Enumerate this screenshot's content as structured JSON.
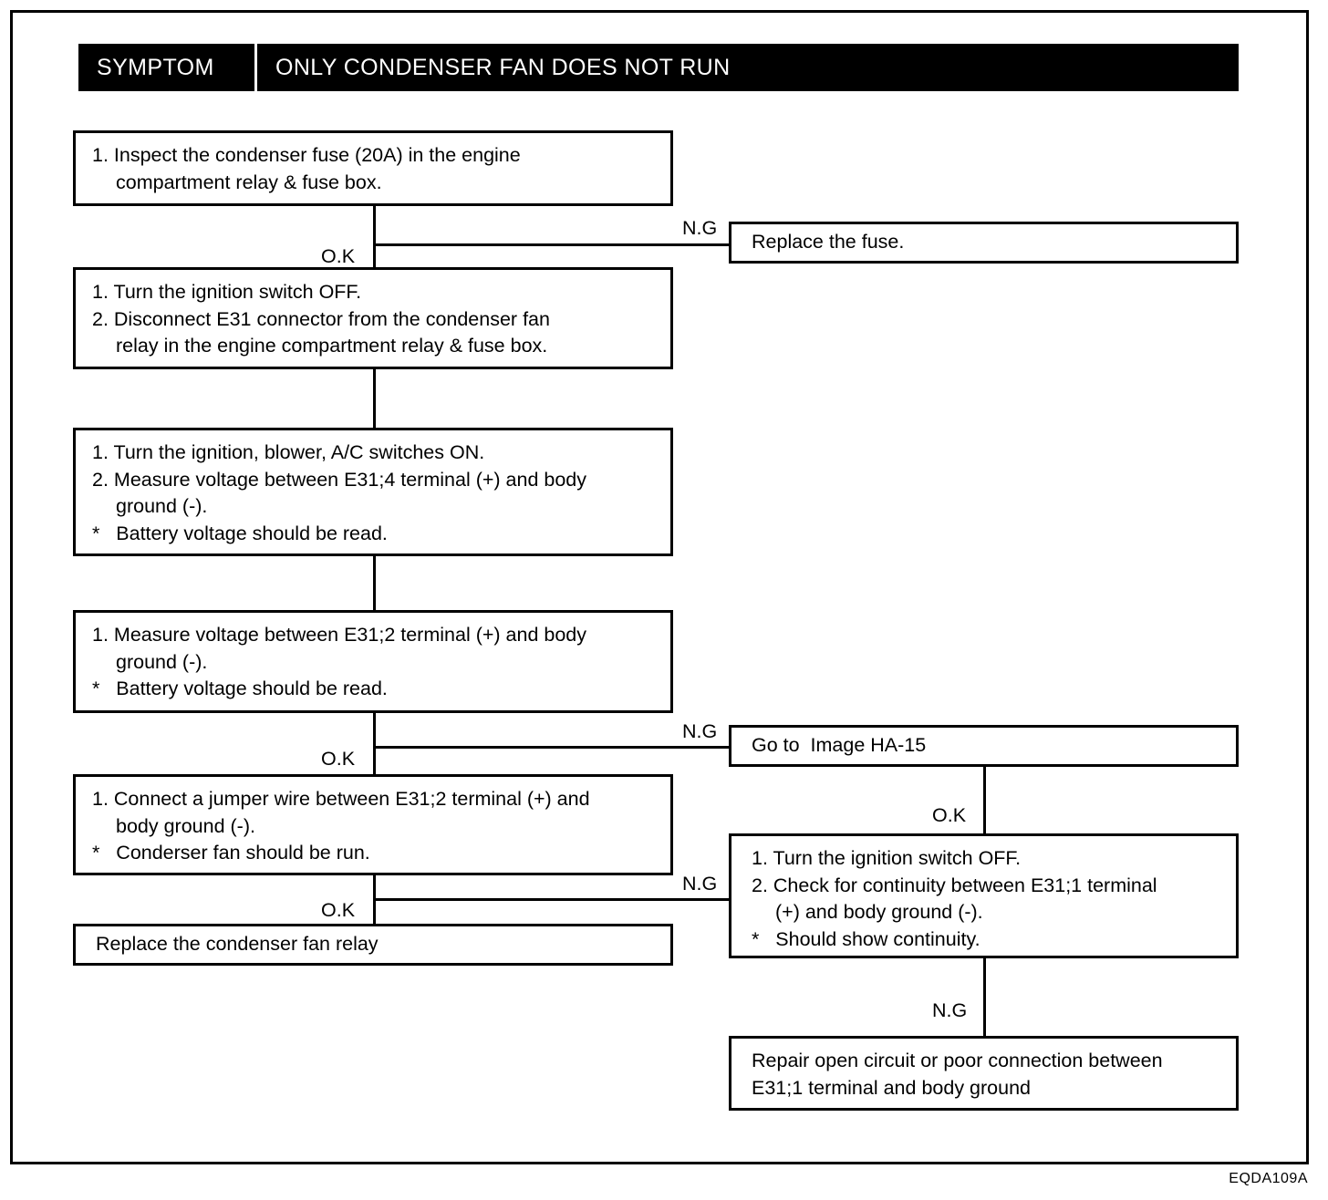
{
  "document": {
    "code": "EQDA109A"
  },
  "header": {
    "symptom_label": "SYMPTOM",
    "title": "ONLY CONDENSER FAN DOES NOT RUN"
  },
  "flow": {
    "box1": {
      "line1": "1. Inspect the condenser fuse (20A) in the engine",
      "line2": "compartment relay & fuse box."
    },
    "box_replace_fuse": {
      "line1": "Replace the fuse."
    },
    "box2": {
      "line1": "1. Turn the ignition switch OFF.",
      "line2": "2. Disconnect E31 connector from the condenser fan",
      "line3": "relay in the engine compartment relay & fuse box."
    },
    "box3": {
      "line1": "1. Turn the ignition, blower, A/C switches ON.",
      "line2": "2. Measure voltage between E31;4 terminal (+) and body",
      "line3": "ground (-).",
      "line4": "*   Battery voltage should be read."
    },
    "box4": {
      "line1": "1. Measure voltage between E31;2 terminal (+) and body",
      "line2": "ground (-).",
      "line3": "*   Battery voltage should be read."
    },
    "box_goto": {
      "line1": "Go to  Image HA-15"
    },
    "box5": {
      "line1": "1. Connect a jumper wire between E31;2 terminal (+) and",
      "line2": "body ground (-).",
      "line3": "*   Conderser fan should be run."
    },
    "box_continuity": {
      "line1": "1. Turn the ignition switch OFF.",
      "line2": "2. Check for continuity between E31;1 terminal",
      "line3": "(+) and body ground (-).",
      "line4": "*   Should show continuity."
    },
    "box_replace_relay": {
      "line1": "Replace the condenser fan relay"
    },
    "box_repair": {
      "line1": "Repair open circuit or poor connection between",
      "line2": "E31;1 terminal and body ground"
    }
  },
  "labels": {
    "ok_1": "O.K",
    "ng_1": "N.G",
    "ok_2": "O.K",
    "ng_2": "N.G",
    "ok_3": "O.K",
    "ok_4": "O.K",
    "ng_3": "N.G",
    "ng_4": "N.G"
  }
}
